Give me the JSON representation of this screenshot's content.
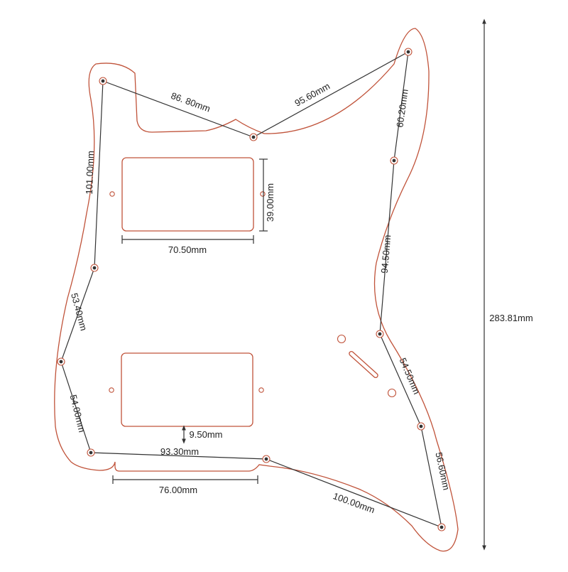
{
  "dimensions": {
    "top_left_to_center": "86. 80mm",
    "center_to_top_right": "95.60mm",
    "top_right_to_right_upper": "60.20mm",
    "right_upper_to_right_mid": "94.50mm",
    "right_mid_to_right_lower": "54.50mm",
    "right_lower_to_bottom_right": "56.60mm",
    "bottom_center_to_bottom_right": "100.00mm",
    "bottom_left_to_bottom_center": "93.30mm",
    "left_top_to_left_mid": "101.00mm",
    "left_mid_to_left_lower": "53.40mm",
    "left_lower_to_bottom_left": "54.00mm",
    "neck_pickup_width": "70.50mm",
    "neck_pickup_height": "39.00mm",
    "pickup_to_edge_gap": "9.50mm",
    "bottom_cutout_width": "76.00mm",
    "total_height": "283.81mm"
  },
  "colors": {
    "outline": "#c0533a",
    "dimension_line": "#333333"
  }
}
